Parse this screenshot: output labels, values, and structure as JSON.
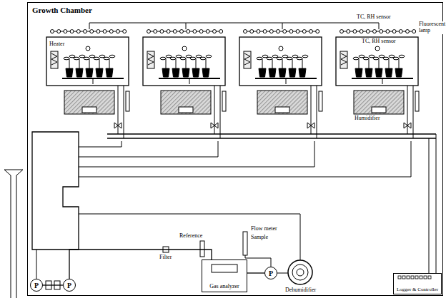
{
  "diagram": {
    "nodes": [
      {
        "text": [
          "Growth Chamber"
        ]
      },
      {
        "text": [
          "P"
        ],
        "in": 0
      },
      {
        "text": [
          "P"
        ],
        "in": 0
      },
      {
        "text": [
          "Gas analyzer"
        ],
        "in": 0
      },
      {
        "text": [
          "P"
        ],
        "in": 0
      },
      {
        "text": [
          "Logger & Controller"
        ],
        "in": 0
      }
    ],
    "edges": [
      {
        "from": 1,
        "to": 2,
        "arrow": "none"
      },
      {
        "from": 2,
        "to": 3,
        "arrow": "none"
      },
      {
        "from": 4,
        "to": 3,
        "arrow": "none"
      }
    ],
    "labels": [
      "TC, RH sensor",
      "Fluorescent lamp",
      "Heater",
      "TC, RH sensor",
      "Humidifier",
      "Reference",
      "Filter",
      "Flow meter",
      "Sample",
      "Dehumidifier"
    ]
  }
}
